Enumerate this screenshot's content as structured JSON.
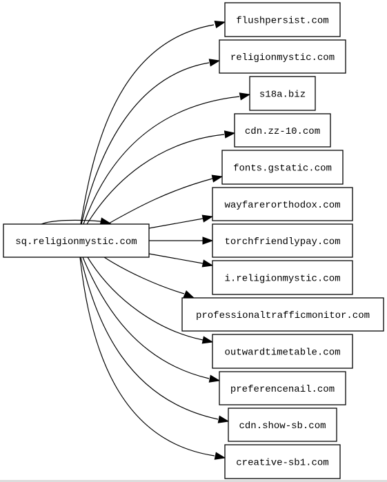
{
  "graph": {
    "source": "sq.religionmystic.com",
    "targets": [
      "flushpersist.com",
      "religionmystic.com",
      "s18a.biz",
      "cdn.zz-10.com",
      "fonts.gstatic.com",
      "wayfarerorthodox.com",
      "torchfriendlypay.com",
      "i.religionmystic.com",
      "professionaltrafficmonitor.com",
      "outwardtimetable.com",
      "preferencenail.com",
      "cdn.show-sb.com",
      "creative-sb1.com"
    ],
    "edges": [
      {
        "from": "sq.religionmystic.com",
        "to": "sq.religionmystic.com"
      },
      {
        "from": "sq.religionmystic.com",
        "to": "flushpersist.com"
      },
      {
        "from": "sq.religionmystic.com",
        "to": "religionmystic.com"
      },
      {
        "from": "sq.religionmystic.com",
        "to": "s18a.biz"
      },
      {
        "from": "sq.religionmystic.com",
        "to": "cdn.zz-10.com"
      },
      {
        "from": "sq.religionmystic.com",
        "to": "fonts.gstatic.com"
      },
      {
        "from": "sq.religionmystic.com",
        "to": "wayfarerorthodox.com"
      },
      {
        "from": "sq.religionmystic.com",
        "to": "torchfriendlypay.com"
      },
      {
        "from": "sq.religionmystic.com",
        "to": "i.religionmystic.com"
      },
      {
        "from": "sq.religionmystic.com",
        "to": "professionaltrafficmonitor.com"
      },
      {
        "from": "sq.religionmystic.com",
        "to": "outwardtimetable.com"
      },
      {
        "from": "sq.religionmystic.com",
        "to": "preferencenail.com"
      },
      {
        "from": "sq.religionmystic.com",
        "to": "cdn.show-sb.com"
      },
      {
        "from": "sq.religionmystic.com",
        "to": "creative-sb1.com"
      }
    ]
  }
}
